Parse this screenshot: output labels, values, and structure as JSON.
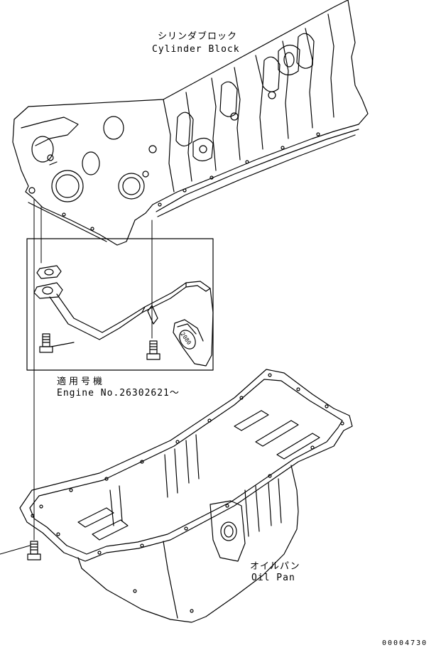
{
  "labels": {
    "cylinder_block_jp": "シリンダブロック",
    "cylinder_block_en": "Cylinder Block",
    "applicable_jp": "適用号機",
    "engine_no": "Engine No.26302621～",
    "oil_pan_jp": "オイルパン",
    "oil_pan_en": "Oil Pan",
    "pipe_mark": "2080"
  },
  "reference_number": "00004730",
  "colors": {
    "line": "#000000",
    "background": "#ffffff"
  }
}
